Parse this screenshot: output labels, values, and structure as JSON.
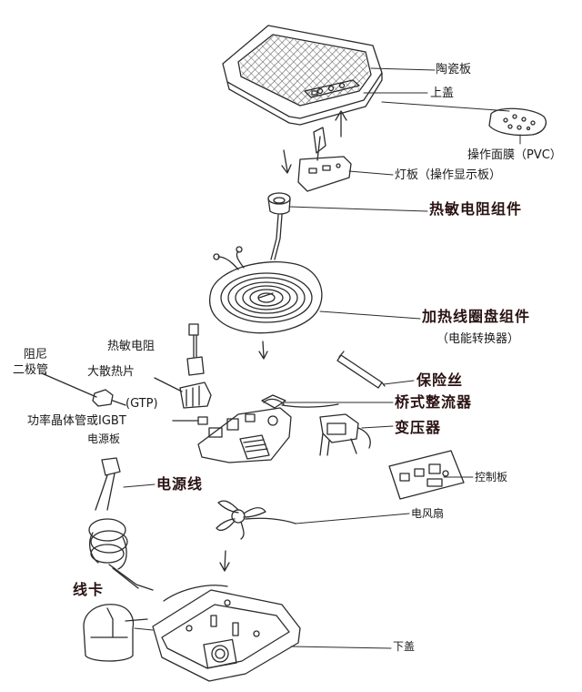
{
  "labels": {
    "ceramic_plate": "陶瓷板",
    "top_cover": "上盖",
    "control_film": "操作面膜（PVC）",
    "light_board": "灯板（操作显示板）",
    "thermistor_assembly": "热敏电阻组件",
    "heating_coil_assembly": "加热线圈盘组件",
    "energy_converter": "（电能转换器）",
    "thermistor": "热敏电阻",
    "damping_diode_line1": "阻尼",
    "damping_diode_line2": "二极管",
    "heat_sink": "大散热片",
    "gtp": "(GTP)",
    "power_transistor": "功率晶体管或IGBT",
    "power_board": "电源板",
    "fuse": "保险丝",
    "bridge_rectifier": "桥式整流器",
    "transformer": "变压器",
    "control_board": "控制板",
    "power_cord": "电源线",
    "fan": "电风扇",
    "cable_clamp": "线卡",
    "bottom_cover": "下盖"
  },
  "colors": {
    "line": "#2b2b2b",
    "bold_text": "#2a1212",
    "background": "#ffffff"
  }
}
